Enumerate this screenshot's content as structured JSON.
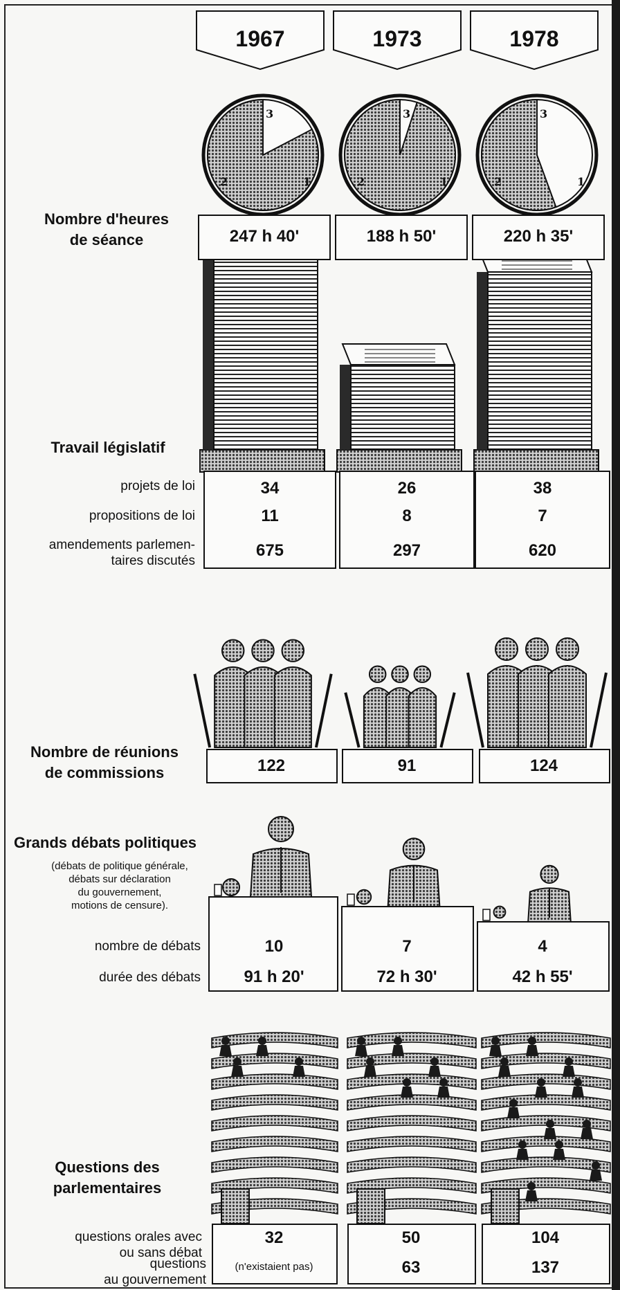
{
  "years": [
    "1967",
    "1973",
    "1978"
  ],
  "chart_data": {
    "type": "table",
    "x": [
      "1967",
      "1973",
      "1978"
    ],
    "series": [
      {
        "name": "Nombre d'heures de séance",
        "values": [
          "247 h 40'",
          "188 h 50'",
          "220 h 35'"
        ]
      },
      {
        "name": "projets de loi",
        "values": [
          34,
          26,
          38
        ]
      },
      {
        "name": "propositions de loi",
        "values": [
          11,
          8,
          7
        ]
      },
      {
        "name": "amendements parlementaires discutés",
        "values": [
          675,
          297,
          620
        ]
      },
      {
        "name": "Nombre de réunions de commissions",
        "values": [
          122,
          91,
          124
        ]
      },
      {
        "name": "nombre de débats",
        "values": [
          10,
          7,
          4
        ]
      },
      {
        "name": "durée des débats",
        "values": [
          "91 h 20'",
          "72 h 30'",
          "42 h 55'"
        ]
      },
      {
        "name": "questions orales avec ou sans débat",
        "values": [
          32,
          50,
          104
        ]
      },
      {
        "name": "questions au gouvernement",
        "values": [
          "(n'existaient pas)",
          63,
          137
        ]
      }
    ],
    "hours_minutes": [
      247.67,
      188.83,
      220.58
    ],
    "clock_numerals": [
      "3",
      "2",
      "1"
    ]
  },
  "sections": {
    "heures": {
      "label_1": "Nombre d'heures",
      "label_2": "de séance"
    },
    "legislatif": {
      "title": "Travail législatif",
      "rows": [
        "projets de loi",
        "propositions de loi",
        "amendements parlemen-",
        "taires discutés"
      ]
    },
    "commissions": {
      "label_1": "Nombre de réunions",
      "label_2": "de commissions"
    },
    "debats": {
      "title": "Grands débats politiques",
      "note_1": "(débats de politique générale,",
      "note_2": "débats sur déclaration",
      "note_3": "du gouvernement,",
      "note_4": "motions de censure).",
      "row_1": "nombre de débats",
      "row_2": "durée des débats"
    },
    "questions": {
      "title_1": "Questions des",
      "title_2": "parlementaires",
      "row_1a": "questions orales avec",
      "row_1b": "ou sans débat",
      "row_2a": "questions",
      "row_2b": "au gouvernement"
    }
  },
  "colors": {
    "ink": "#111111",
    "paper": "#f7f7f5",
    "screen": "#6e6e6e"
  }
}
